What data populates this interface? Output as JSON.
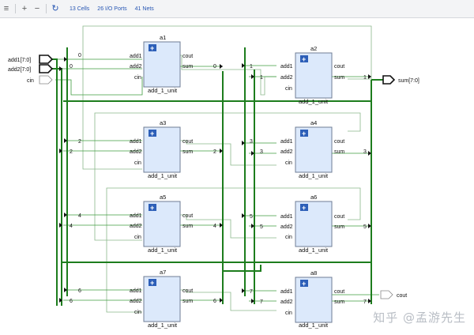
{
  "toolbar": {
    "cells": "13 Cells",
    "io_ports": "26 I/O Ports",
    "nets": "41 Nets"
  },
  "ports": {
    "add1": "add1[7:0]",
    "add2": "add2[7:0]",
    "cin": "cin",
    "sum": "sum[7:0]",
    "cout": "cout"
  },
  "instances": [
    {
      "name": "a1",
      "ref": "add_1_unit",
      "in_idx": "0",
      "in2_idx": "0",
      "out_idx": "0"
    },
    {
      "name": "a2",
      "ref": "add_1_unit",
      "in_idx": "1",
      "in2_idx": "1",
      "out_idx": "1"
    },
    {
      "name": "a3",
      "ref": "add_1_unit",
      "in_idx": "2",
      "in2_idx": "2",
      "out_idx": "2"
    },
    {
      "name": "a4",
      "ref": "add_1_unit",
      "in_idx": "3",
      "in2_idx": "3",
      "out_idx": "3"
    },
    {
      "name": "a5",
      "ref": "add_1_unit",
      "in_idx": "4",
      "in2_idx": "4",
      "out_idx": "4"
    },
    {
      "name": "a6",
      "ref": "add_1_unit",
      "in_idx": "5",
      "in2_idx": "5",
      "out_idx": "5"
    },
    {
      "name": "a7",
      "ref": "add_1_unit",
      "in_idx": "6",
      "in2_idx": "6",
      "out_idx": "6"
    },
    {
      "name": "a8",
      "ref": "add_1_unit",
      "in_idx": "7",
      "in2_idx": "7",
      "out_idx": "7"
    }
  ],
  "pins": {
    "add1": "add1",
    "add2": "add2",
    "cin": "cin",
    "cout": "cout",
    "sum": "sum"
  },
  "watermark": "知乎 @孟游先生"
}
